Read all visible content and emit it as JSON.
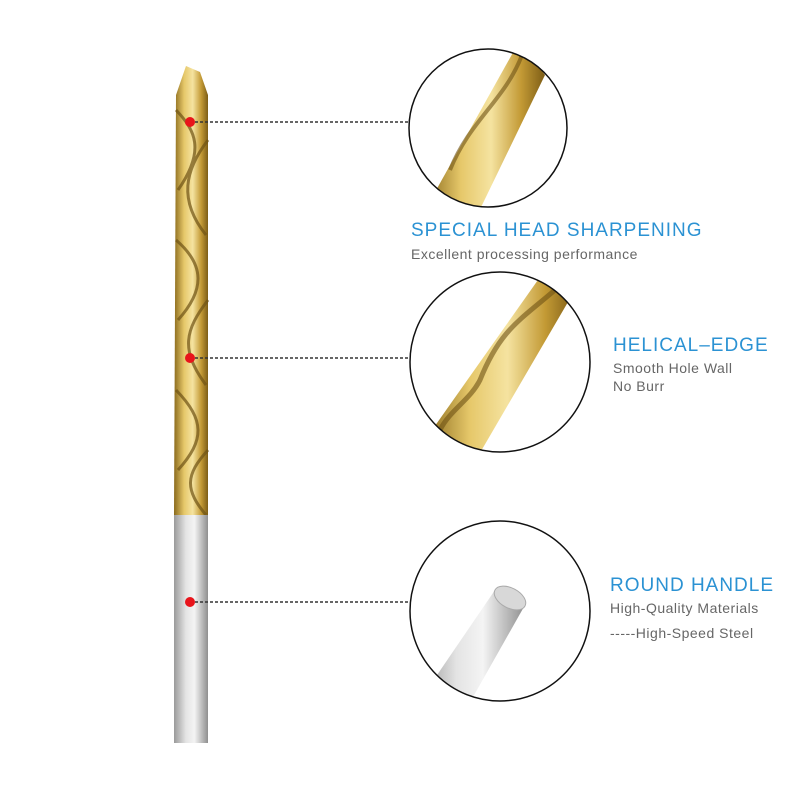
{
  "colors": {
    "accent": "#2b92d3",
    "subtext": "#666666",
    "marker": "#e8141b",
    "gold": "#c9a23a",
    "steel": "#c8c8c8"
  },
  "features": [
    {
      "title": "SPECIAL HEAD SHARPENING",
      "lines": [
        "Excellent processing performance"
      ]
    },
    {
      "title": "HELICAL–EDGE",
      "lines": [
        "Smooth Hole Wall",
        "No Burr"
      ]
    },
    {
      "title": "ROUND HANDLE",
      "lines": [
        "High-Quality Materials",
        "-----High-Speed Steel"
      ]
    }
  ]
}
